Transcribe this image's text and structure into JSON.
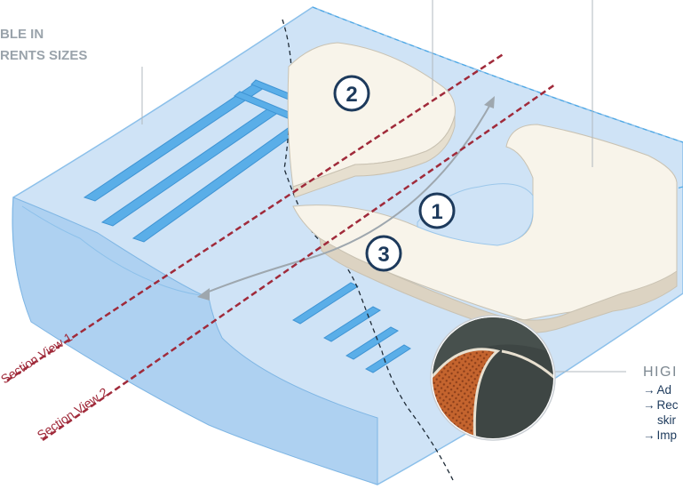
{
  "labels": {
    "sizes_line1": "BLE IN",
    "sizes_line2": "RENTS SIZES"
  },
  "badges": [
    "1",
    "2",
    "3"
  ],
  "sections": [
    "Section View 1",
    "Section View 2"
  ],
  "highlights": {
    "title": "HIGI",
    "items": [
      "Ad",
      "Rec",
      "skir",
      "Imp"
    ]
  },
  "colors": {
    "foam_blue": "#c6ddf3",
    "slot_blue": "#5aaee8",
    "insert_cream": "#f8f4ea",
    "badge_navy": "#1d3a5c",
    "section_red": "#a02a3a",
    "cover_dark": "#3e4644",
    "mesh_orange": "#c4642e"
  }
}
